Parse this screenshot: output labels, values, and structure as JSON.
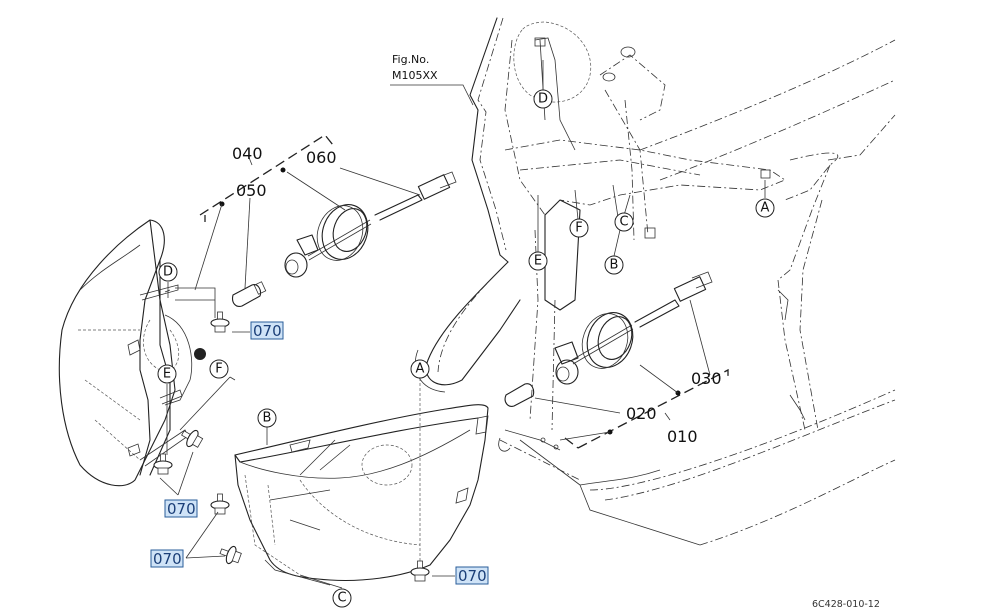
{
  "figure": {
    "fig_label": "Fig.No.",
    "fig_number": "M105XX",
    "drawing_code": "6C428-010-12"
  },
  "part_numbers": {
    "p010": "010",
    "p020": "020",
    "p030": "030",
    "p040": "040",
    "p050": "050",
    "p060": "060",
    "p070": "070"
  },
  "highlighted_callouts": [
    {
      "label": "070",
      "location": "left upper bolt"
    },
    {
      "label": "070",
      "location": "left lower bolt"
    },
    {
      "label": "070",
      "location": "lower left bolt"
    },
    {
      "label": "070",
      "location": "lower right bolt"
    }
  ],
  "reference_letters": {
    "A": "A",
    "B": "B",
    "C": "C",
    "D": "D",
    "E": "E",
    "F": "F"
  },
  "colors": {
    "highlight_fill": "#cfe3f7",
    "highlight_border": "#2a5d9a",
    "highlight_text": "#1b3f78",
    "line": "#222222"
  }
}
